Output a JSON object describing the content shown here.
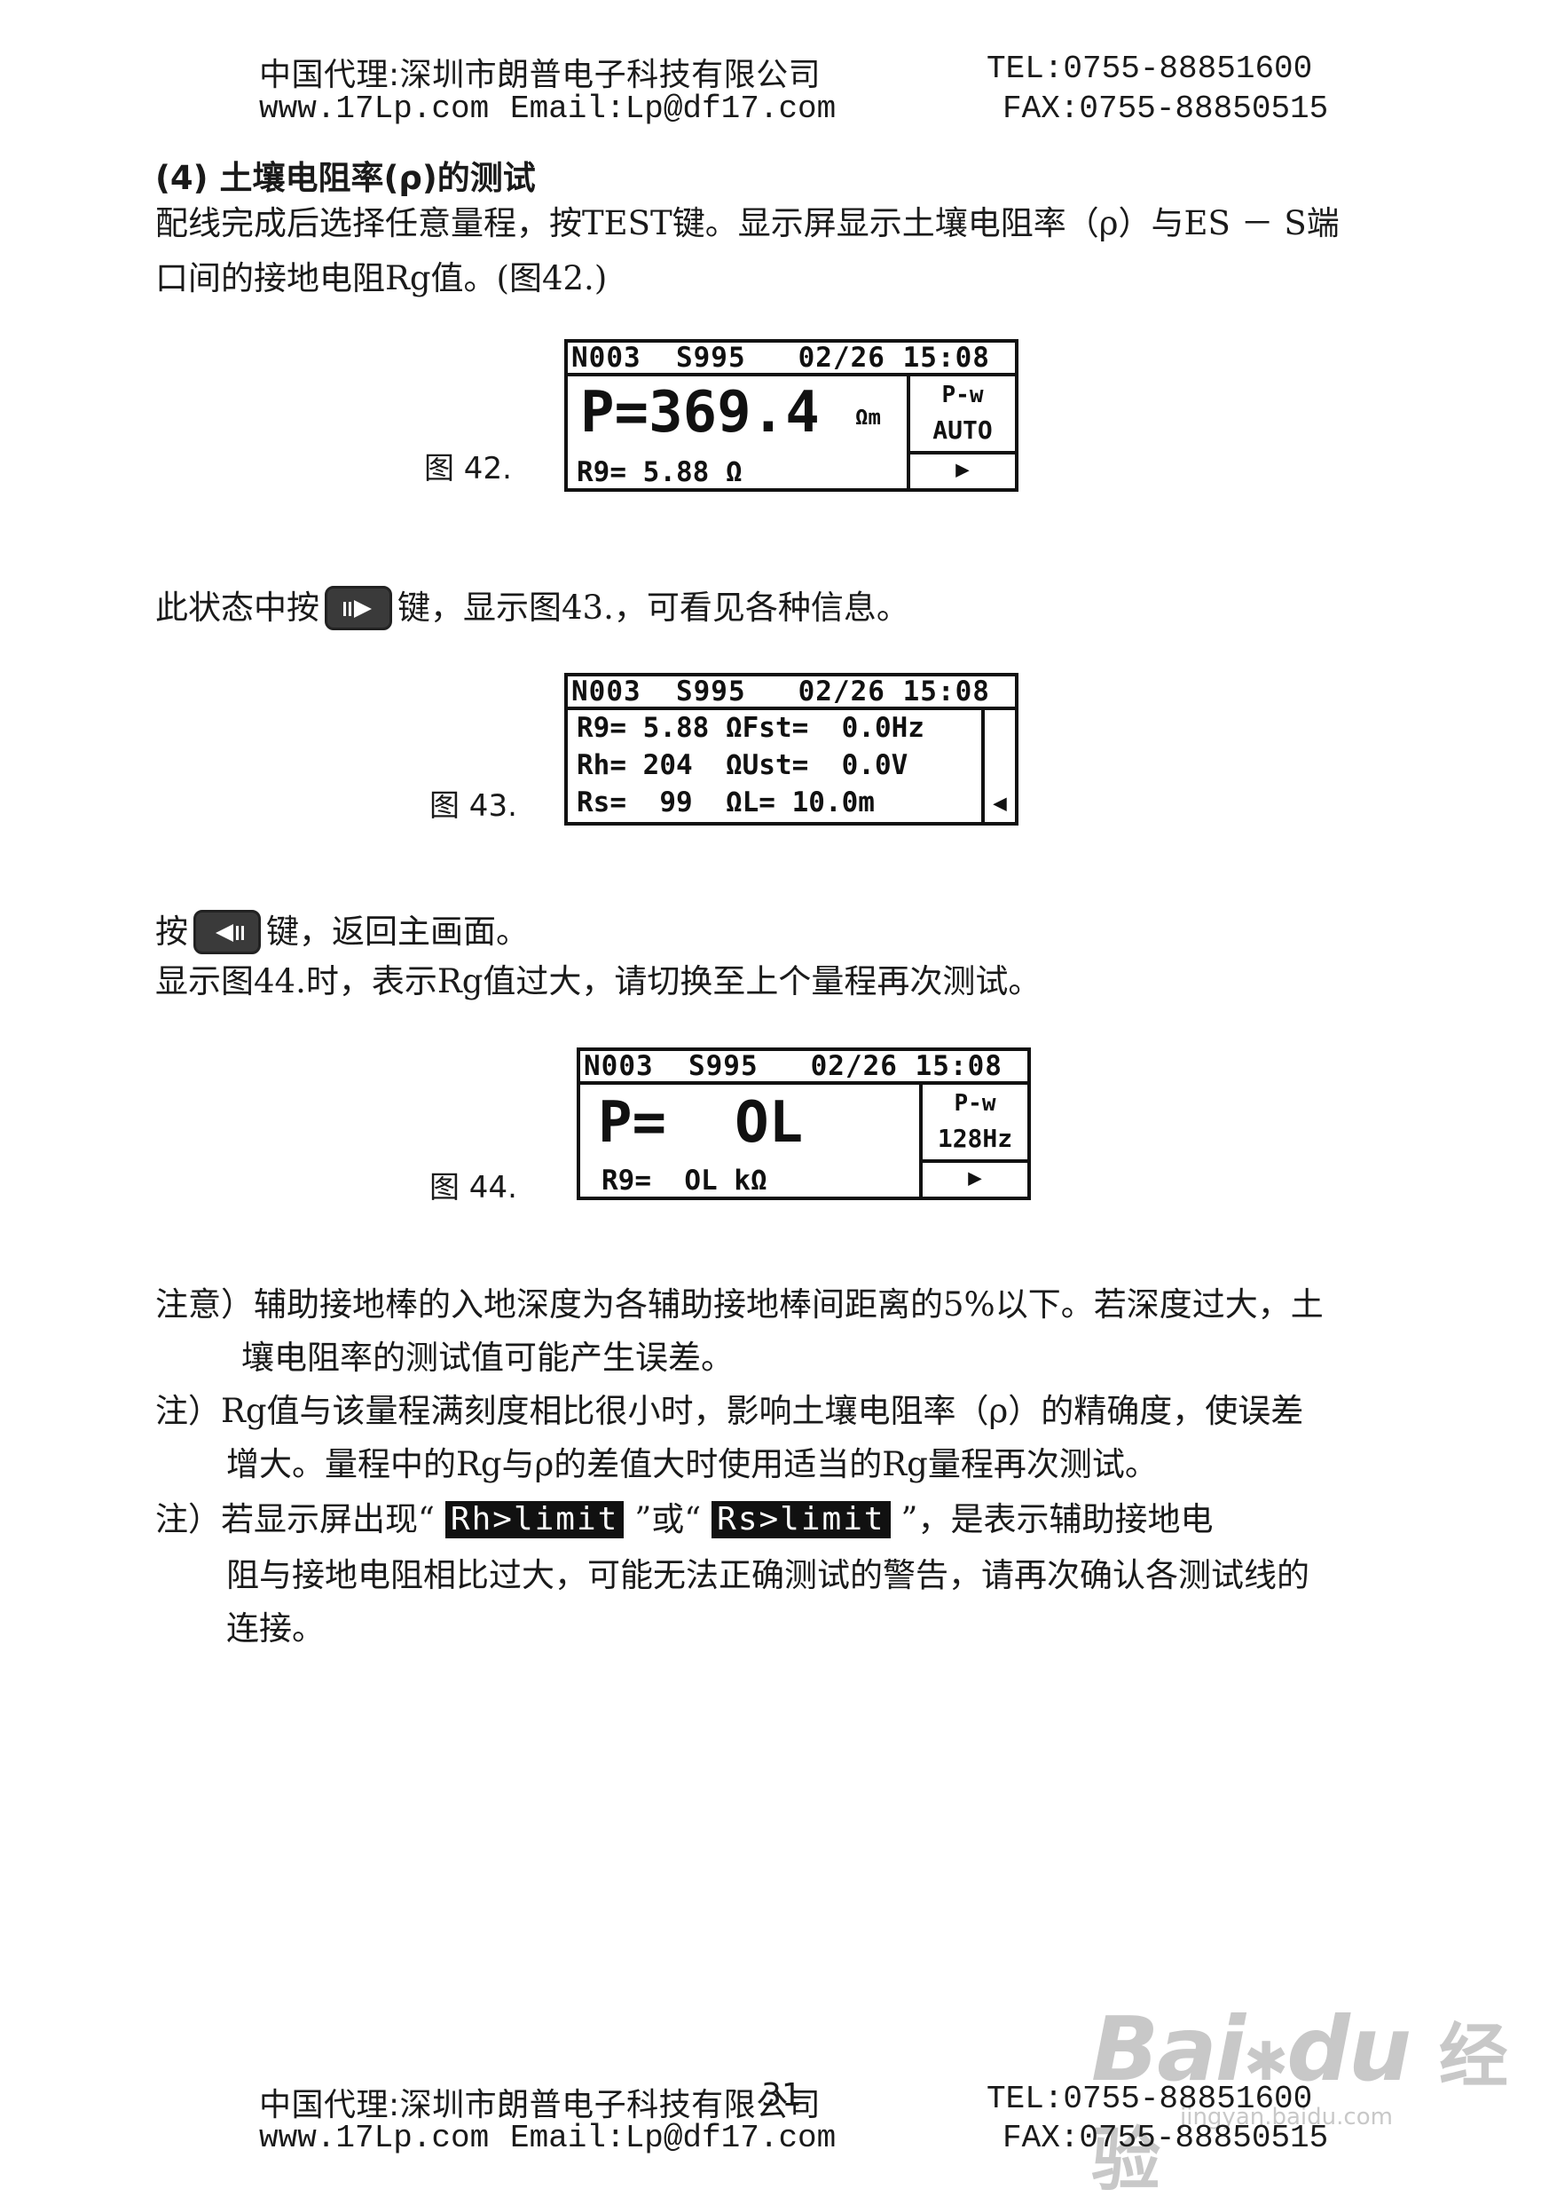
{
  "header": {
    "company": "中国代理:深圳市朗普电子科技有限公司",
    "tel": "TEL:0755-88851600",
    "www": "www.17Lp.com",
    "email": "Email:Lp@df17.com",
    "fax": "FAX:0755-88850515"
  },
  "section_title": "(4)  土壤电阻率(ρ)的测试",
  "intro_line1": "配线完成后选择任意量程，按TEST键。显示屏显示土壤电阻率（ρ）与ES － S端",
  "intro_line2": "口间的接地电阻Rg值。(图42.)",
  "fig42": {
    "label": "图 42.",
    "header": "N003  S995   02/26 15:08",
    "rho_main": "P=369.4",
    "rho_unit": "Ωm",
    "side_mode": "P-w",
    "side_range": "AUTO",
    "side_arrow": "▶",
    "rg_line": "R9= 5.88 Ω"
  },
  "press_right_pre": "此状态中按",
  "press_right_post": "键，显示图43.，可看见各种信息。",
  "fig43": {
    "label": "图 43.",
    "header": "N003  S995   02/26 15:08",
    "row1": "R9= 5.88 ΩFst=  0.0Hz",
    "row2": "Rh= 204  ΩUst=  0.0V",
    "row3": "Rs=  99  ΩL= 10.0m",
    "side_arrow": "◀"
  },
  "press_left_pre": "按",
  "press_left_post": "键，返回主画面。",
  "fig44_note": "显示图44.时，表示Rg值过大，请切换至上个量程再次测试。",
  "fig44": {
    "label": "图 44.",
    "header": "N003  S995   02/26 15:08",
    "rho_main": "P=  OL",
    "side_mode": "P-w",
    "side_range": "128Hz",
    "side_arrow": "▶",
    "rg_line": "R9=  OL kΩ"
  },
  "notes": {
    "n1_line1": "注意）辅助接地棒的入地深度为各辅助接地棒间距离的5%以下。若深度过大，土",
    "n1_line2": "壤电阻率的测试值可能产生误差。",
    "n2_line1": "注）Rg值与该量程满刻度相比很小时，影响土壤电阻率（ρ）的精确度，使误差",
    "n2_line2": "增大。量程中的Rg与ρ的差值大时使用适当的Rg量程再次测试。",
    "n3_pre": "注）若显示屏出现“",
    "n3_msg1": "Rh>limit",
    "n3_mid": "”或“",
    "n3_msg2": "Rs>limit",
    "n3_post": "”，是表示辅助接地电",
    "n3_line2": "阻与接地电阻相比过大，可能无法正确测试的警告，请再次确认各测试线的",
    "n3_line3": "连接。"
  },
  "page_number": "31",
  "watermark": {
    "brand": "Bai",
    "brand2": "du",
    "cn": "经验",
    "url": "jingyan.baidu.com"
  }
}
